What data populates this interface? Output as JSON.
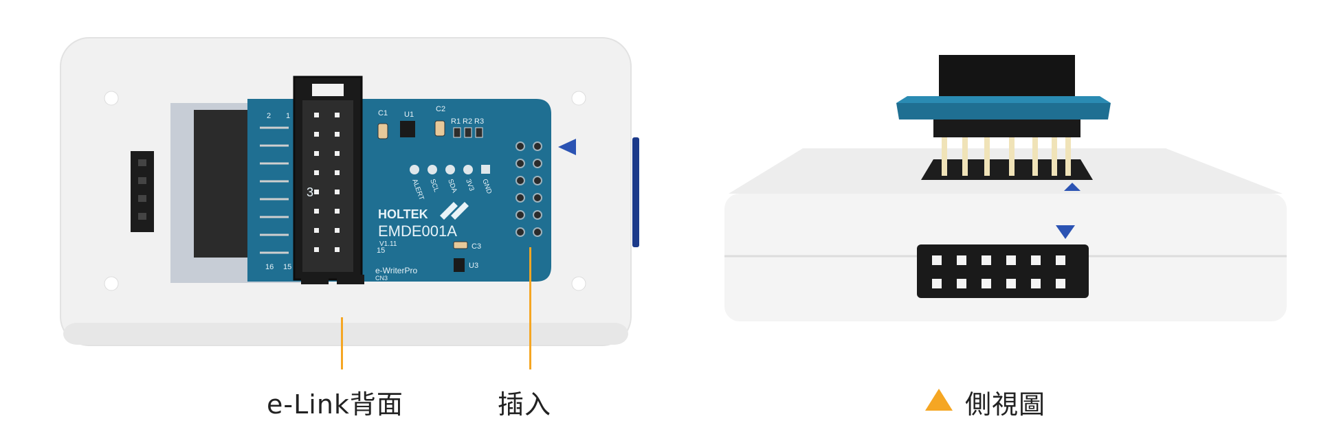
{
  "left_view": {
    "board": {
      "brand": "HOLTEK",
      "model": "EMDE001A",
      "version": "V1.11",
      "signals": [
        "ALERT",
        "SCL",
        "SDA",
        "3V3",
        "GND"
      ],
      "components": {
        "c1": "C1",
        "u1": "U1",
        "c2": "C2",
        "r1": "R1",
        "r2": "R2",
        "r3": "R3",
        "c3": "C3",
        "u3": "U3"
      },
      "pin_marks": {
        "p2": "2",
        "p1": "1",
        "p16": "16",
        "p15": "15",
        "p15b": "15",
        "left3": "3"
      },
      "cn3_brand": "e-WriterPro",
      "cn3_label": "CN3"
    },
    "callouts": {
      "back_label": "e-Link背面",
      "insert_label": "插入"
    }
  },
  "right_view": {
    "side_label": "側視圖"
  },
  "colors": {
    "pcb": "#1f6f92",
    "housing": "#efefef",
    "accent_leader": "#f5a623",
    "marker_blue": "#2b53b3"
  }
}
